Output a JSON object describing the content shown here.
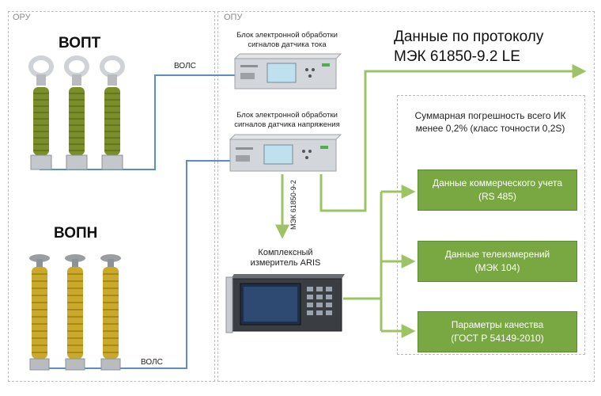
{
  "zones": {
    "oru_label": "ОРУ",
    "opu_label": "ОПУ"
  },
  "vopt": {
    "title": "ВОПТ"
  },
  "vopn": {
    "title": "ВОПН"
  },
  "wires": {
    "upper": "ВОЛС",
    "lower": "ВОЛС"
  },
  "block_current": {
    "caption_l1": "Блок электронной обработки",
    "caption_l2": "сигналов датчика тока"
  },
  "block_voltage": {
    "caption_l1": "Блок электронной обработки",
    "caption_l2": "сигналов датчика напряжения"
  },
  "iec_vertical": "МЭК 61850-9-2",
  "meter": {
    "caption_l1": "Комплексный",
    "caption_l2": "измеритель ARIS"
  },
  "protocol": {
    "line1": "Данные по протоколу",
    "line2": "МЭК 61850-9.2 LE"
  },
  "accuracy": {
    "line1": "Суммарная погрешность всего ИК",
    "line2": "менее 0,2% (класс точности 0,2S)"
  },
  "outputs": [
    {
      "line1": "Данные коммерческого учета",
      "line2": "(RS 485)"
    },
    {
      "line1": "Данные телеизмерений",
      "line2": "(МЭК 104)"
    },
    {
      "line1": "Параметры качества",
      "line2": "(ГОСТ Р 54149-2010)"
    }
  ],
  "colors": {
    "green": "#79a843",
    "arrow": "#9cc466",
    "fiber": "#5b8fc4",
    "opt_insulator": "#7a8e2a",
    "vt_insulator": "#c9a82a"
  },
  "icons": [
    "current-sensor-icon",
    "voltage-sensor-icon",
    "rack-unit-icon",
    "meter-device-icon",
    "arrow-icon"
  ]
}
